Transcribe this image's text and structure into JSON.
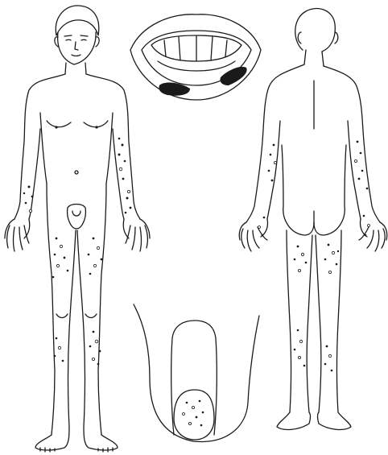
{
  "figure": {
    "panels": [
      {
        "id": "front-figure",
        "icon": "male-body-front-icon"
      },
      {
        "id": "mouth-panel",
        "icon": "open-mouth-icon"
      },
      {
        "id": "back-figure",
        "icon": "male-body-back-icon"
      },
      {
        "id": "genital-panel",
        "icon": "penile-shaft-icon"
      }
    ],
    "colors": {
      "line": "#1a1a1a",
      "lesion": "#1a1a1a",
      "background": "#ffffff"
    }
  }
}
